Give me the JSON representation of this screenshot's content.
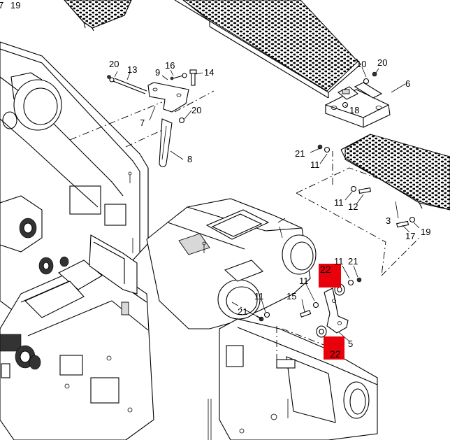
{
  "highlight_color": "#e8000b",
  "callouts": {
    "c7": "7",
    "c19": "19",
    "c20a": "20",
    "c13": "13",
    "c16": "16",
    "c9": "9",
    "c14": "14",
    "c7b": "7",
    "c20b": "20",
    "c8": "8",
    "c10": "10",
    "c20c": "20",
    "c6": "6",
    "c18": "18",
    "c21a": "21",
    "c11a": "11",
    "c11b": "11",
    "c12": "12",
    "c3": "3",
    "c17": "17",
    "c19b": "19",
    "c22a": "22",
    "c11c": "11",
    "c21b": "21",
    "c11d": "11",
    "c15": "15",
    "c11e": "11",
    "c21c": "21",
    "c5": "5",
    "c22b": "22"
  }
}
